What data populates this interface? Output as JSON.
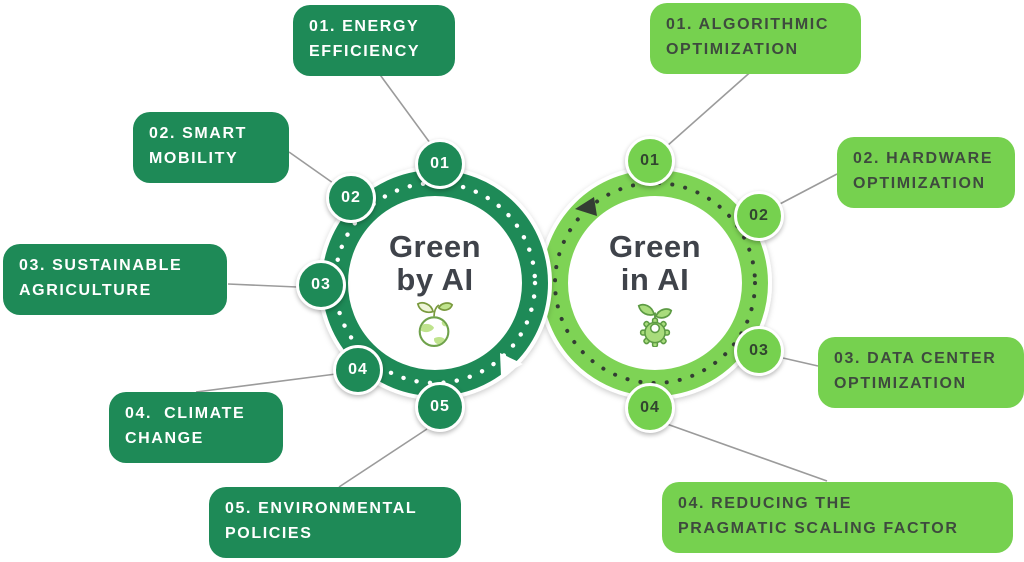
{
  "diagram": {
    "left_circle": {
      "title_line1": "Green",
      "title_line2": "by AI",
      "icon": "earth-plant-icon",
      "items": [
        {
          "num": "01",
          "label": "01. ENERGY\nEFFICIENCY"
        },
        {
          "num": "02",
          "label": "02. SMART\nMOBILITY"
        },
        {
          "num": "03",
          "label": "03. SUSTAINABLE\nAGRICULTURE"
        },
        {
          "num": "04",
          "label": "04.  CLIMATE\nCHANGE"
        },
        {
          "num": "05",
          "label": "05. ENVIRONMENTAL\nPOLICIES"
        }
      ]
    },
    "right_circle": {
      "title_line1": "Green",
      "title_line2": "in AI",
      "icon": "gear-plant-icon",
      "items": [
        {
          "num": "01",
          "label": "01. ALGORITHMIC\nOPTIMIZATION"
        },
        {
          "num": "02",
          "label": "02. HARDWARE\nOPTIMIZATION"
        },
        {
          "num": "03",
          "label": "03. DATA CENTER\nOPTIMIZATION"
        },
        {
          "num": "04",
          "label": "04. REDUCING THE\nPRAGMATIC SCALING FACTOR"
        }
      ]
    },
    "colors": {
      "dark_green": "#1e8a57",
      "light_green": "#76d14f",
      "light_ring_green": "#7ed355",
      "dark_label_text": "#3e4a3e",
      "title_text": "#3f434a",
      "connector_gray": "#9b9b9b"
    }
  }
}
